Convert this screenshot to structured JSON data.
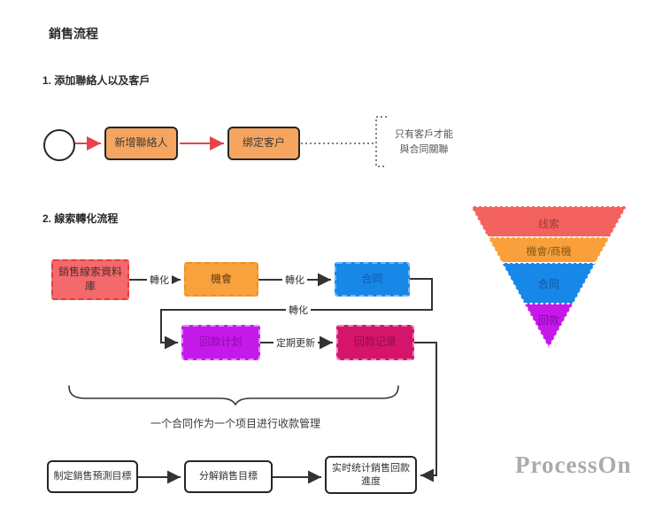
{
  "page": {
    "title": "銷售流程"
  },
  "sections": {
    "s1": {
      "label": "1. 添加聯絡人以及客戶"
    },
    "s2": {
      "label": "2. 線索轉化流程"
    }
  },
  "flow1": {
    "add_contact": "新增聯絡人",
    "bind_customer": "绑定客户",
    "note": {
      "line1": "只有客戶才能",
      "line2": "與合同關聯"
    }
  },
  "flow2": {
    "leads_db": {
      "line1": "銷售線索資料",
      "line2": "庫"
    },
    "opportunity": "機會",
    "contract": "合同",
    "payment_plan": "回款计划",
    "payment_record": "回款记录",
    "label_convert1": "轉化",
    "label_convert2": "轉化",
    "label_convert3": "轉化",
    "label_periodic_update": "定期更新",
    "brace_note": "一个合同作为一个项目进行收款管理"
  },
  "flow3": {
    "forecast": "制定銷售預測目標",
    "breakdown": "分解銷售目標",
    "stats": {
      "line1": "实时统计銷售回款",
      "line2": "進度"
    }
  },
  "funnel": {
    "layers": [
      {
        "label": "线索",
        "color": "#f4625f",
        "text_color": "#9c3a38"
      },
      {
        "label": "機會/商機",
        "color": "#f9a03c",
        "text_color": "#8a5a14"
      },
      {
        "label": "合同",
        "color": "#1787e8",
        "text_color": "#14569f"
      },
      {
        "label": "回款",
        "color": "#c519e9",
        "text_color": "#7c10a0"
      }
    ]
  },
  "watermark": "ProcessOn",
  "colors": {
    "arrow_red": "#e8434a",
    "connector_black": "#333333",
    "orange_box": "#f5a55f",
    "leads_red": "#f4696b",
    "opportunity_orange": "#f9a13d",
    "contract_blue": "#1787e8",
    "plan_purple": "#c519e9",
    "record_crimson": "#d4156b",
    "watermark_gray": "#ababab"
  }
}
